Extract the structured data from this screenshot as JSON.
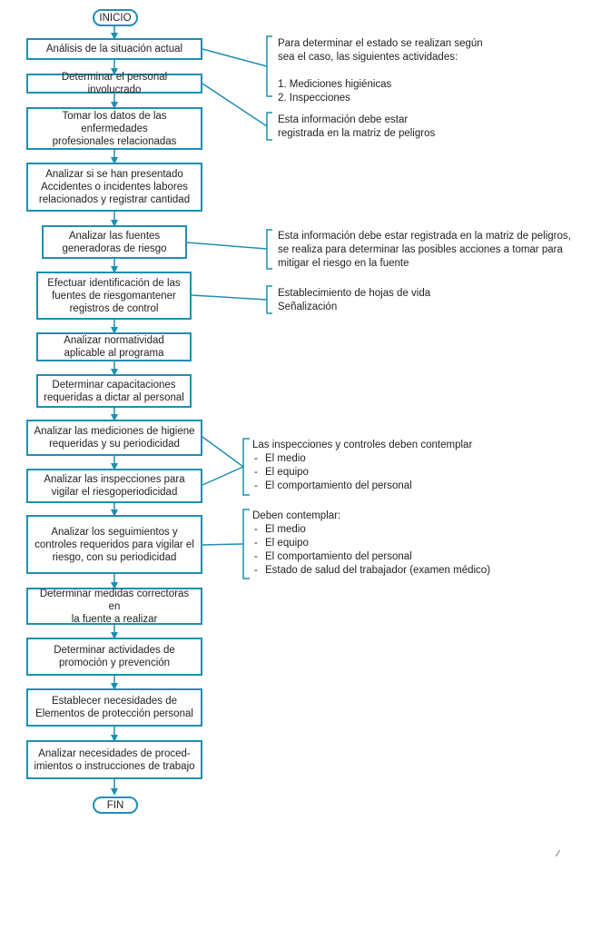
{
  "start": "INICIO",
  "end": "FIN",
  "steps": [
    "Análisis de la situación actual",
    "Determinar el personal involucrado",
    "Tomar los datos de las enfermedades\nprofesionales relacionadas",
    "Analizar si se han presentado\nAccidentes o incidentes labores\nrelacionados y registrar cantidad",
    "Analizar las fuentes\ngeneradoras de riesgo",
    "Efectuar identificación de las\nfuentes de riesgomantener\nregistros de control",
    "Analizar normatividad\naplicable al programa",
    "Determinar capacitaciones\nrequeridas a dictar al personal",
    "Analizar las mediciones de higiene\nrequeridas y su periodicidad",
    "Analizar las inspecciones para\nvigilar el riesgoperiodicidad",
    "Analizar los seguimientos y\ncontroles requeridos para vigilar el\nriesgo, con su periodicidad",
    "Determinar medidas correctoras en\nla fuente a realizar",
    "Determinar actividades de\npromoción y prevención",
    "Establecer necesidades de\nElementos de protección personal",
    "Analizar necesidades de proced-\nimientos o instrucciones de trabajo"
  ],
  "notes": {
    "n1": "Para determinar el estado se realizan según\nsea el caso, las siguientes actividades:\n\n1. Mediciones higiénicas\n2. Inspecciones",
    "n2": "Esta información debe estar\nregistrada en la matriz de peligros",
    "n3": "Esta información debe estar registrada en la matriz de peligros,\nse realiza para determinar las posibles acciones a tomar para\nmitigar el riesgo en la fuente",
    "n4": "Establecimiento de hojas de vida\nSeñalización",
    "n5": {
      "title": "Las inspecciones y controles deben contemplar",
      "items": [
        "El medio",
        "El equipo",
        "El comportamiento del personal"
      ]
    },
    "n6": {
      "title": "Deben contemplar:",
      "items": [
        "El medio",
        "El equipo",
        "El comportamiento del personal",
        "Estado de salud del trabajador (examen médico)"
      ]
    }
  },
  "corner_mark": "⁄",
  "colors": {
    "accent": "#1f8fb0",
    "text": "#222222"
  }
}
